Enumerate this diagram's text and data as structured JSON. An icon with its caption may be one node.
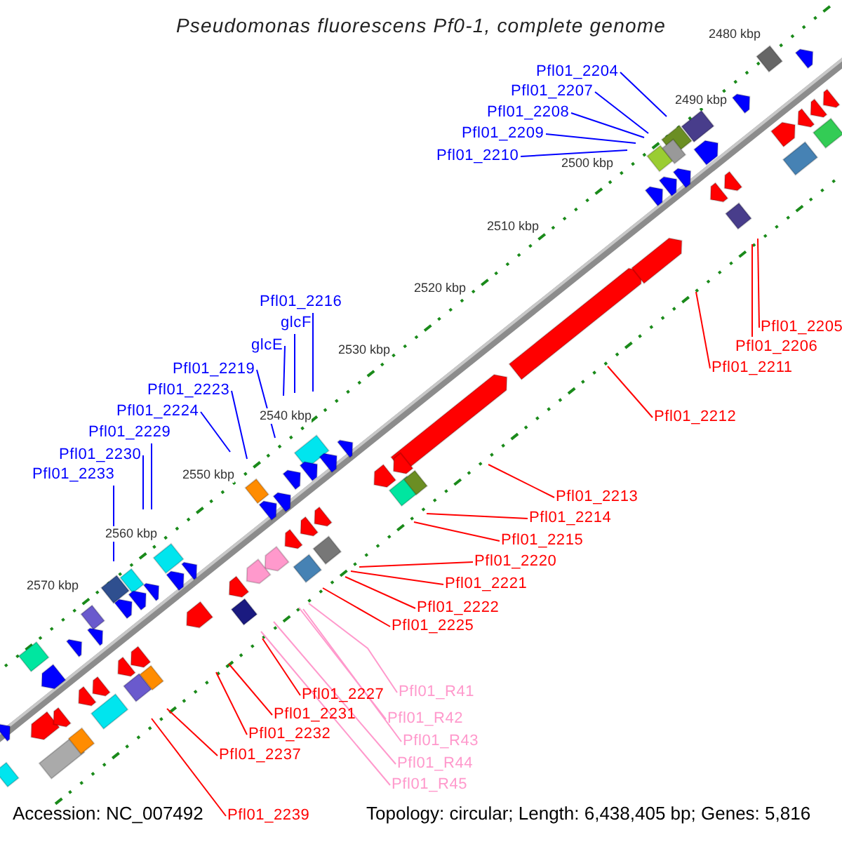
{
  "diagram": {
    "title": "Pseudomonas fluorescens Pf0-1, complete genome",
    "nodes": [
      {
        "text": [
          "Pfl01_2204"
        ]
      },
      {
        "text": [
          "Pfl01_2207"
        ]
      },
      {
        "text": [
          "Pfl01_2208"
        ]
      },
      {
        "text": [
          "Pfl01_2209"
        ]
      },
      {
        "text": [
          "Pfl01_2210"
        ]
      },
      {
        "text": [
          "Pfl01_2216"
        ]
      },
      {
        "text": [
          "glcF"
        ]
      },
      {
        "text": [
          "glcE"
        ]
      },
      {
        "text": [
          "Pfl01_2219"
        ]
      },
      {
        "text": [
          "Pfl01_2223"
        ]
      },
      {
        "text": [
          "Pfl01_2224"
        ]
      },
      {
        "text": [
          "Pfl01_2229"
        ]
      },
      {
        "text": [
          "Pfl01_2230"
        ]
      },
      {
        "text": [
          "Pfl01_2233"
        ]
      },
      {
        "text": [
          "Pfl01_2205"
        ]
      },
      {
        "text": [
          "Pfl01_2206"
        ]
      },
      {
        "text": [
          "Pfl01_2211"
        ]
      },
      {
        "text": [
          "Pfl01_2212"
        ]
      },
      {
        "text": [
          "Pfl01_2213"
        ]
      },
      {
        "text": [
          "Pfl01_2214"
        ]
      },
      {
        "text": [
          "Pfl01_2215"
        ]
      },
      {
        "text": [
          "Pfl01_2220"
        ]
      },
      {
        "text": [
          "Pfl01_2221"
        ]
      },
      {
        "text": [
          "Pfl01_2222"
        ]
      },
      {
        "text": [
          "Pfl01_2225"
        ]
      },
      {
        "text": [
          "Pfl01_2227"
        ]
      },
      {
        "text": [
          "Pfl01_2231"
        ]
      },
      {
        "text": [
          "Pfl01_2232"
        ]
      },
      {
        "text": [
          "Pfl01_2237"
        ]
      },
      {
        "text": [
          "Pfl01_2239"
        ]
      },
      {
        "text": [
          "Pfl01_R41"
        ]
      },
      {
        "text": [
          "Pfl01_R42"
        ]
      },
      {
        "text": [
          "Pfl01_R43"
        ]
      },
      {
        "text": [
          "Pfl01_R44"
        ]
      },
      {
        "text": [
          "Pfl01_R45"
        ]
      }
    ],
    "edges": [
      {
        "from": 0,
        "to": null,
        "arrow": "none",
        "color": "#0000ff"
      },
      {
        "from": 1,
        "to": null,
        "arrow": "none",
        "color": "#0000ff"
      },
      {
        "from": 2,
        "to": null,
        "arrow": "none",
        "color": "#0000ff"
      },
      {
        "from": 3,
        "to": null,
        "arrow": "none",
        "color": "#0000ff"
      },
      {
        "from": 4,
        "to": null,
        "arrow": "none",
        "color": "#0000ff"
      },
      {
        "from": 5,
        "to": null,
        "arrow": "none",
        "color": "#0000ff"
      },
      {
        "from": 6,
        "to": null,
        "arrow": "none",
        "color": "#0000ff"
      },
      {
        "from": 7,
        "to": null,
        "arrow": "none",
        "color": "#0000ff"
      },
      {
        "from": 8,
        "to": null,
        "arrow": "none",
        "color": "#0000ff"
      },
      {
        "from": 9,
        "to": null,
        "arrow": "none",
        "color": "#0000ff"
      },
      {
        "from": 10,
        "to": null,
        "arrow": "none",
        "color": "#0000ff"
      },
      {
        "from": 11,
        "to": null,
        "arrow": "none",
        "color": "#0000ff"
      },
      {
        "from": 12,
        "to": null,
        "arrow": "none",
        "color": "#0000ff"
      },
      {
        "from": 13,
        "to": null,
        "arrow": "none",
        "color": "#0000ff"
      },
      {
        "from": 14,
        "to": null,
        "arrow": "none"
      },
      {
        "from": 15,
        "to": null,
        "arrow": "none"
      },
      {
        "from": 16,
        "to": null,
        "arrow": "none"
      },
      {
        "from": 17,
        "to": null,
        "arrow": "none"
      },
      {
        "from": 18,
        "to": null,
        "arrow": "none"
      },
      {
        "from": 19,
        "to": null,
        "arrow": "none"
      },
      {
        "from": 20,
        "to": null,
        "arrow": "none"
      },
      {
        "from": 21,
        "to": null,
        "arrow": "none"
      },
      {
        "from": 22,
        "to": null,
        "arrow": "none"
      },
      {
        "from": 23,
        "to": null,
        "arrow": "none"
      },
      {
        "from": 24,
        "to": null,
        "arrow": "none"
      },
      {
        "from": 25,
        "to": null,
        "arrow": "none"
      },
      {
        "from": 26,
        "to": null,
        "arrow": "none"
      },
      {
        "from": 27,
        "to": null,
        "arrow": "none"
      },
      {
        "from": 28,
        "to": null,
        "arrow": "none"
      },
      {
        "from": 29,
        "to": null,
        "arrow": "none"
      },
      {
        "from": 30,
        "to": null,
        "arrow": "none",
        "color": "#ff99cc"
      },
      {
        "from": 31,
        "to": null,
        "arrow": "none",
        "color": "#ff99cc"
      },
      {
        "from": 32,
        "to": null,
        "arrow": "none",
        "color": "#ff99cc"
      },
      {
        "from": 33,
        "to": null,
        "arrow": "none",
        "color": "#ff99cc"
      },
      {
        "from": 34,
        "to": null,
        "arrow": "none",
        "color": "#ff99cc"
      }
    ],
    "labels": [
      "2480 kbp",
      "2490 kbp",
      "2500 kbp",
      "2510 kbp",
      "2520 kbp",
      "2530 kbp",
      "2540 kbp",
      "2550 kbp",
      "2560 kbp",
      "2570 kbp",
      "Accession: NC_007492",
      "Topology: circular; Length: 6,438,405 bp; Genes: 5,816"
    ]
  }
}
